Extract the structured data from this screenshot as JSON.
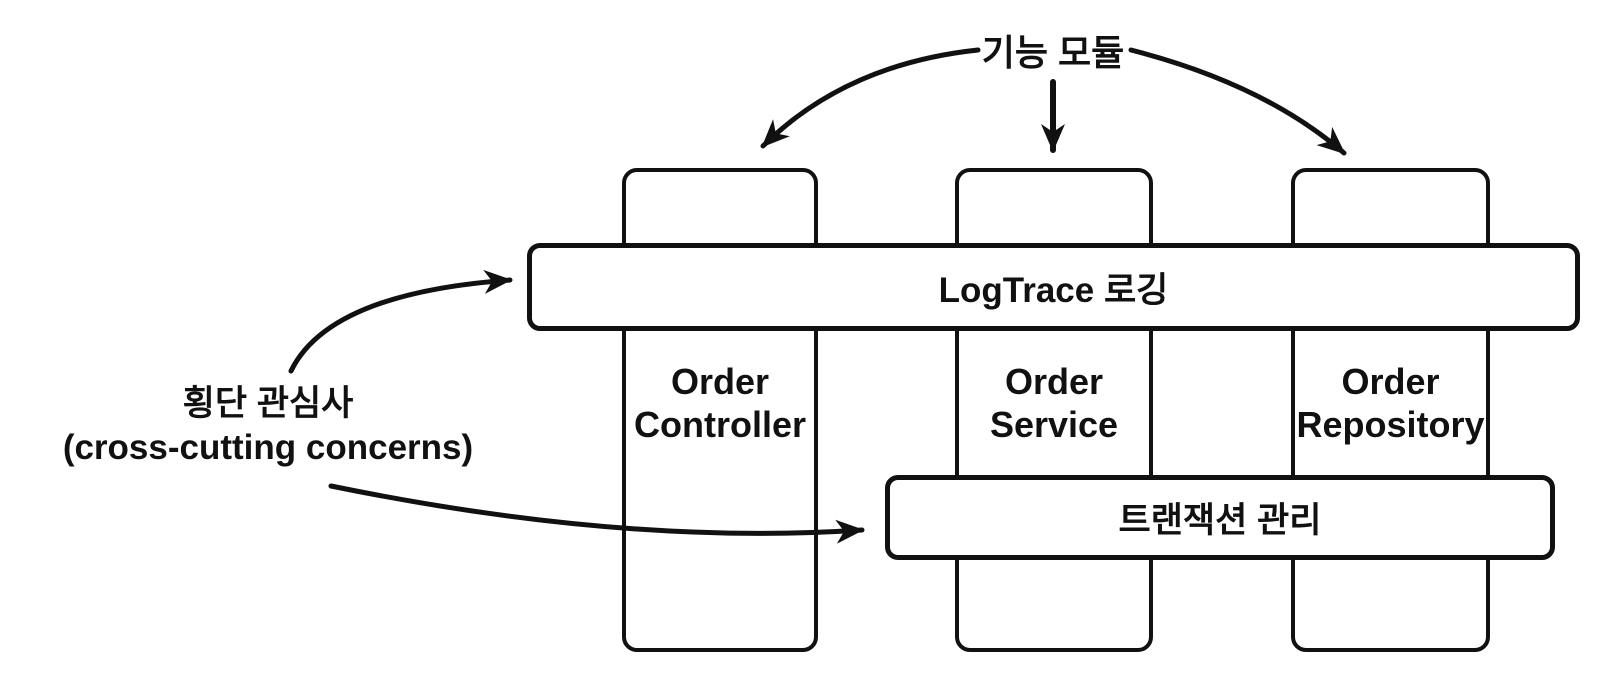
{
  "diagram": {
    "top_label": "기능 모듈",
    "side_label": {
      "line1": "횡단 관심사",
      "line2": "(cross-cutting concerns)"
    },
    "feature_modules": [
      {
        "line1": "Order",
        "line2": "Controller"
      },
      {
        "line1": "Order",
        "line2": "Service"
      },
      {
        "line1": "Order",
        "line2": "Repository"
      }
    ],
    "cross_cutting_bars": [
      {
        "label": "LogTrace 로깅"
      },
      {
        "label": "트랜잭션 관리"
      }
    ],
    "colors": {
      "stroke": "#111111",
      "background": "#ffffff"
    }
  }
}
